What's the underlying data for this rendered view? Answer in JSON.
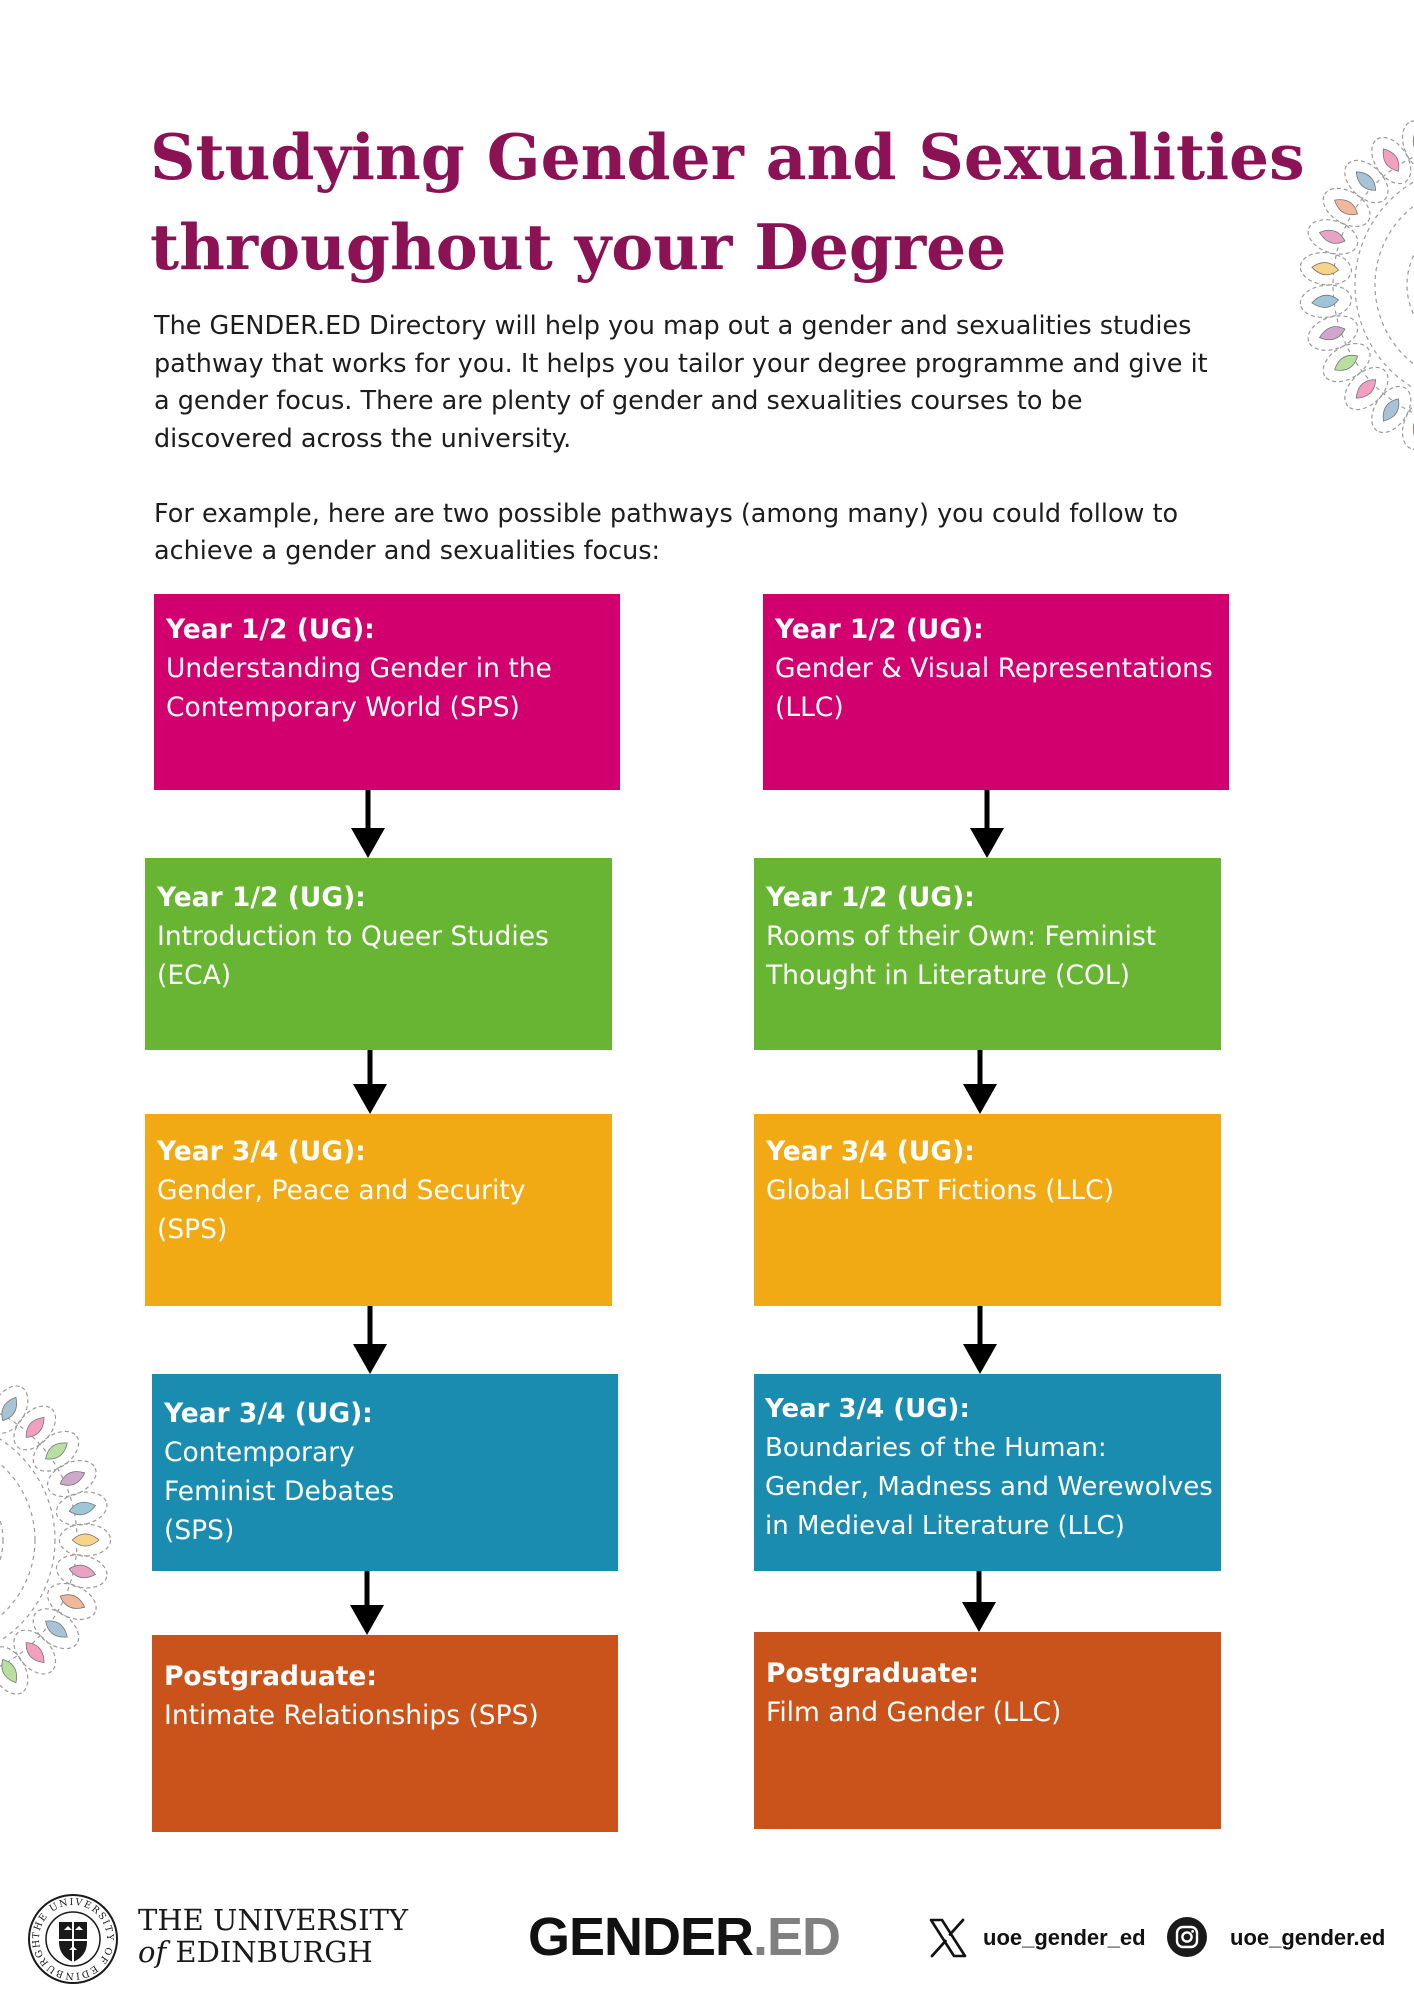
{
  "title": {
    "line1": "Studying Gender and Sexualities",
    "line2": "throughout your Degree"
  },
  "intro": {
    "paragraph1": "The GENDER.ED Directory will help you map out a gender and sexualities studies pathway that works for you. It helps you tailor your degree programme and give it a gender focus. There are plenty of gender and sexualities courses to be discovered across the university.",
    "paragraph2": "For example, here are two possible pathways (among many) you could follow to achieve a gender and sexualities focus:"
  },
  "colors": {
    "title": "#8c1256",
    "magenta": "#d1006e",
    "green": "#67b533",
    "yellow": "#f1a914",
    "blue": "#1a8cb0",
    "orange": "#c9531a"
  },
  "pathways": {
    "left": [
      {
        "year": "Year 1/2 (UG):",
        "course": "Understanding Gender in the Contemporary World (SPS)"
      },
      {
        "year": "Year 1/2 (UG):",
        "course": "Introduction to Queer Studies (ECA)"
      },
      {
        "year": "Year 3/4 (UG):",
        "course": "Gender, Peace and Security (SPS)"
      },
      {
        "year": "Year 3/4 (UG):",
        "course": "Contemporary Feminist Debates (SPS)"
      },
      {
        "year": "Postgraduate:",
        "course": "Intimate Relationships (SPS)"
      }
    ],
    "right": [
      {
        "year": "Year 1/2 (UG):",
        "course": "Gender & Visual Representations (LLC)"
      },
      {
        "year": "Year 1/2 (UG):",
        "course": "Rooms of their Own: Feminist Thought in Literature (COL)"
      },
      {
        "year": "Year 3/4 (UG):",
        "course": "Global LGBT Fictions (LLC)"
      },
      {
        "year": "Year 3/4 (UG):",
        "course": "Boundaries of the Human: Gender, Madness and Werewolves in Medieval Literature (LLC)"
      },
      {
        "year": "Postgraduate:",
        "course": "Film and Gender (LLC)"
      }
    ]
  },
  "footer": {
    "university_line1": "THE UNIVERSITY",
    "university_line2_of": "of",
    "university_line2_name": "EDINBURGH",
    "seal_text": "THE UNIVERSITY OF EDINBURGH",
    "brand_main": "GENDER",
    "brand_suffix": ".ED",
    "x_handle": "uoe_gender_ed",
    "instagram_handle": "uoe_gender.ed"
  },
  "icons": {
    "x": "x-logo-icon",
    "instagram": "instagram-icon",
    "seal": "university-seal-icon"
  }
}
